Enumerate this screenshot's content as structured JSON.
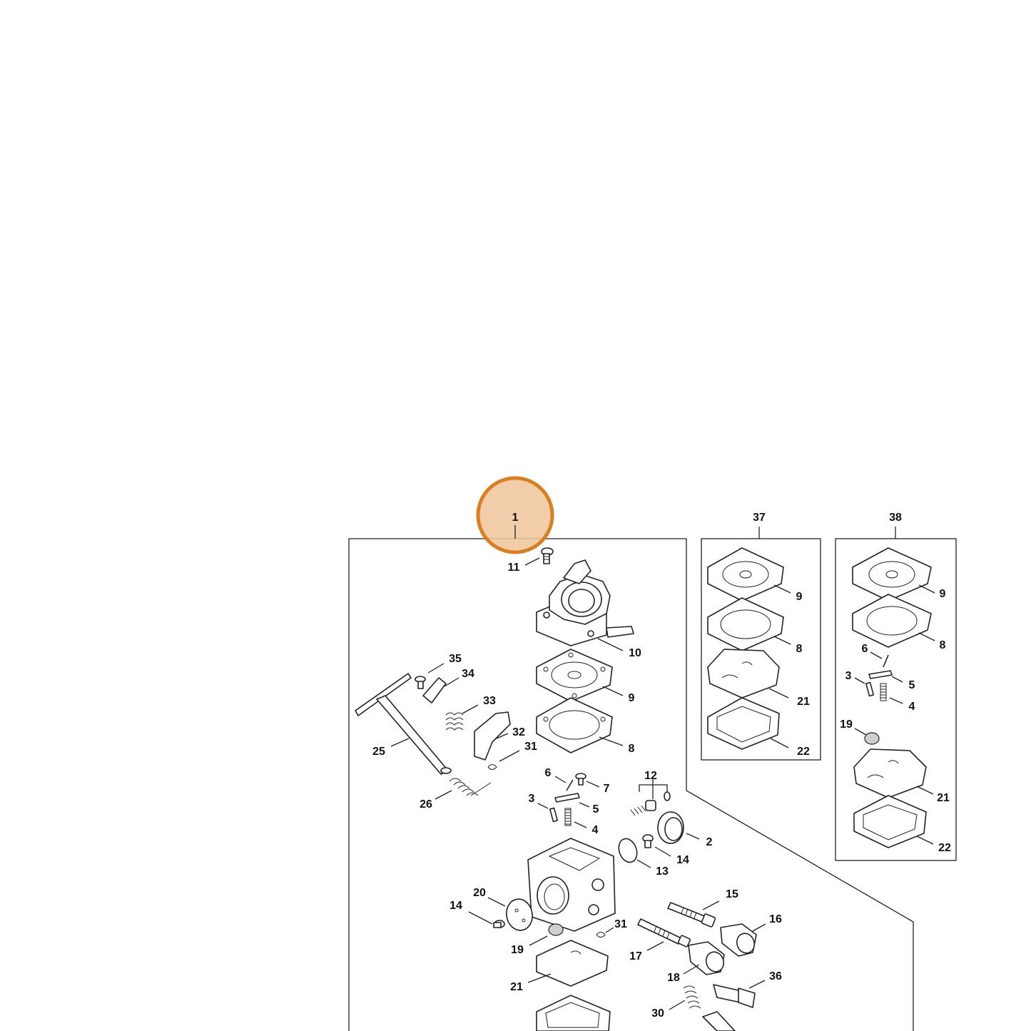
{
  "highlight": {
    "label": "1",
    "ring_color": "#D97F22",
    "fill_color": "#EFC69A"
  },
  "kits": {
    "kit_37_label": "37",
    "kit_38_label": "38"
  },
  "callouts": {
    "c11": "11",
    "c10": "10",
    "c9a": "9",
    "c8a": "8",
    "c35": "35",
    "c34": "34",
    "c33": "33",
    "c32": "32",
    "c31a": "31",
    "c25": "25",
    "c26": "26",
    "c6a": "6",
    "c7": "7",
    "c3a": "3",
    "c5a": "5",
    "c4a": "4",
    "c12": "12",
    "c2": "2",
    "c14a": "14",
    "c13": "13",
    "c20": "20",
    "c14b": "14",
    "c19a": "19",
    "c31b": "31",
    "c15": "15",
    "c16": "16",
    "c17": "17",
    "c18": "18",
    "c21a": "21",
    "c36": "36",
    "c30": "30",
    "k37_9": "9",
    "k37_8": "8",
    "k37_21": "21",
    "k37_22": "22",
    "k38_9": "9",
    "k38_8": "8",
    "k38_6": "6",
    "k38_3": "3",
    "k38_5": "5",
    "k38_4": "4",
    "k38_19": "19",
    "k38_21": "21",
    "k38_22": "22"
  }
}
